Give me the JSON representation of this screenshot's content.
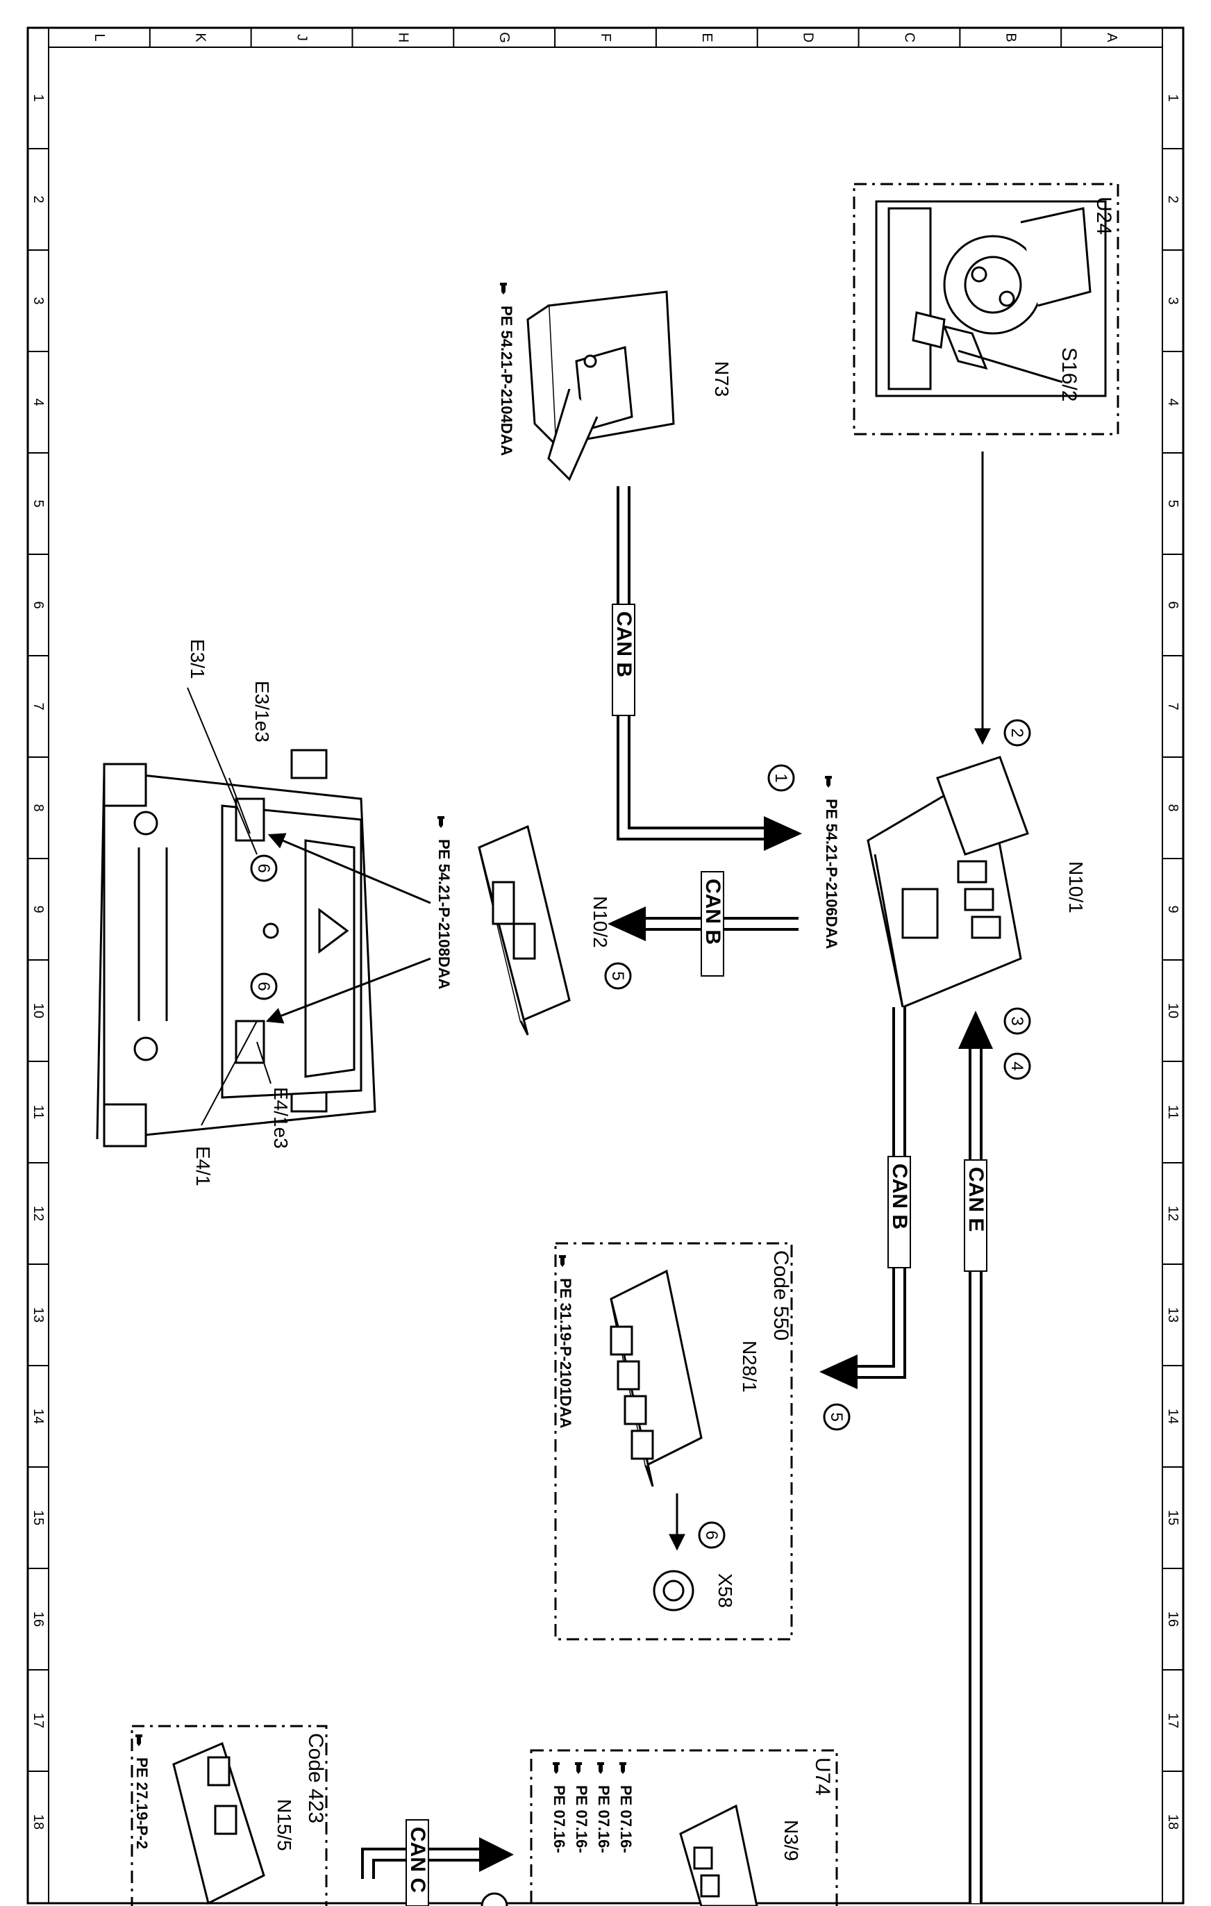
{
  "grid": {
    "columns": [
      "L",
      "K",
      "J",
      "H",
      "G",
      "F",
      "E",
      "D",
      "C",
      "B",
      "A"
    ],
    "rows": [
      "1",
      "2",
      "3",
      "4",
      "5",
      "6",
      "7",
      "8",
      "9",
      "10",
      "11",
      "12",
      "13",
      "14",
      "15",
      "16",
      "17",
      "18"
    ]
  },
  "components": {
    "u24": {
      "id": "U24",
      "part": "S16/2"
    },
    "n73": {
      "id": "N73",
      "ref": "PE 54.21-P-2104DAA"
    },
    "n10_1": {
      "id": "N10/1",
      "ref": "PE 54.21-P-2106DAA"
    },
    "n10_2": {
      "id": "N10/2",
      "ref": "PE 54.21-P-2108DAA"
    },
    "vehicle": {
      "labels": [
        "E3/1",
        "E3/1e3",
        "E4/1e3",
        "E4/1"
      ]
    },
    "code550": {
      "code": "Code 550",
      "id": "N28/1",
      "ref": "PE 31.19-P-2101DAA",
      "connector": "X58"
    },
    "code423": {
      "code": "Code 423",
      "id": "N15/5",
      "ref": "PE 27.19-P-2"
    },
    "u74": {
      "id": "U74",
      "part": "N3/9",
      "refs": [
        "PE 07.16-",
        "PE 07.16-",
        "PE 07.16-",
        "PE 07.16-"
      ]
    }
  },
  "buses": {
    "can_b": "CAN B",
    "can_e": "CAN E",
    "can_c": "CAN C"
  },
  "steps": [
    "1",
    "2",
    "3",
    "4",
    "5",
    "5",
    "6",
    "6",
    "6"
  ],
  "icons": [
    "reference-hand-icon"
  ]
}
